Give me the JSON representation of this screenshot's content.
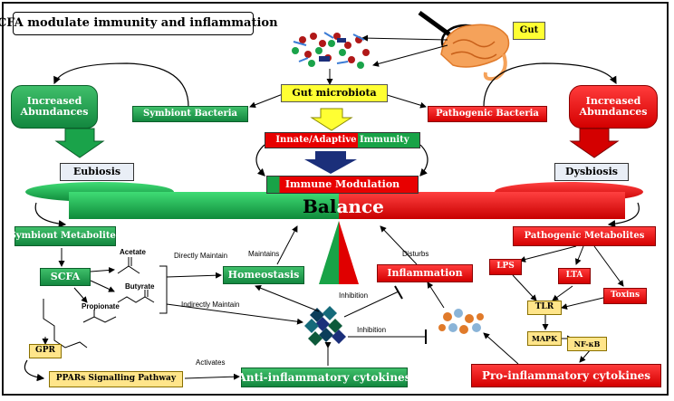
{
  "title": "SCFA modulate immunity and inflammation",
  "gut": "Gut",
  "gut_microbiota": "Gut microbiota",
  "symbiont_bacteria": "Symbiont Bacteria",
  "pathogenic_bacteria": "Pathogenic Bacteria",
  "increased_abundances_left": "Increased Abundances",
  "increased_abundances_right": "Increased Abundances",
  "innate_adaptive": "Innate/Adaptive  Immunity",
  "immune_modulation": "Immune Modulation",
  "eubiosis": "Eubiosis",
  "dysbiosis": "Dysbiosis",
  "balance_left": "Bal",
  "balance_right": "ance",
  "symbiont_metabolites": "Symbiont Metabolites",
  "pathogenic_metabolites": "Pathogenic Metabolites",
  "scfa": "SCFA",
  "acetate": "Acetate",
  "butyrate": "Butyrate",
  "propionate": "Propionate",
  "gpr": "GPR",
  "ppars": "PPARs Signalling Pathway",
  "activates": "Activates",
  "anti_inflammatory": "Anti-inflammatory cytokines",
  "pro_inflammatory": "Pro-inflammatory cytokines",
  "homeostasis": "Homeostasis",
  "inflammation": "Inflammation",
  "directly_maintain": "Directly Maintain",
  "indirectly_maintain": "Indirectly Maintain",
  "maintains": "Maintains",
  "disturbs": "Disturbs",
  "inhibition_top": "Inhibition",
  "inhibition_bottom": "Inhibition",
  "lps": "LPS",
  "lta": "LTA",
  "toxins": "Toxins",
  "tlr": "TLR",
  "mapk": "MAPK",
  "nfkb": "NF-κB",
  "colors": {
    "green": "#13873f",
    "red": "#d40000",
    "yellow": "#ffff33",
    "navy": "#1b2f7a"
  }
}
